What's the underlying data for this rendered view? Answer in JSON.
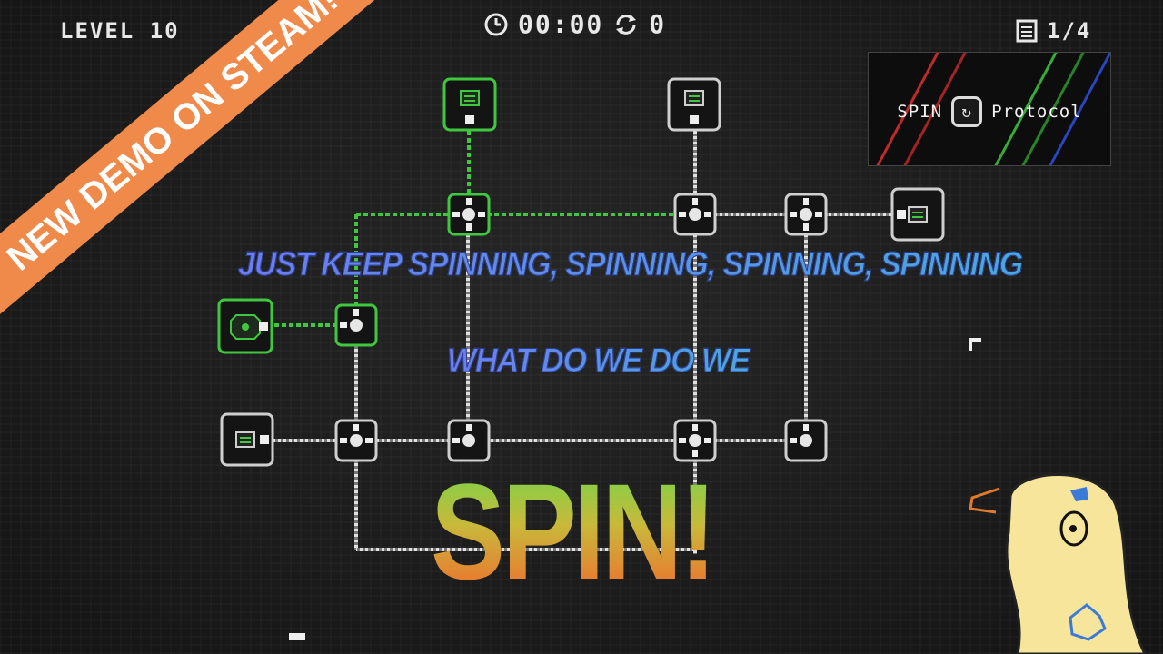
{
  "hud": {
    "level_label": "LEVEL 10",
    "timer": "00:00",
    "rotations": "0",
    "page": "1/4",
    "timer_icon": "clock-icon",
    "rotations_icon": "rotate-icon",
    "page_icon": "list-icon"
  },
  "banner": {
    "text": "NEW DEMO ON STEAM!",
    "color": "#f08a4b"
  },
  "logo": {
    "word1": "SPIN",
    "word2": "Protocol",
    "badge_icon": "rotate-icon"
  },
  "captions": {
    "line1": "JUST KEEP SPINNING, SPINNING, SPINNING, SPINNING",
    "line2": "WHAT DO WE DO WE",
    "big": "SPIN!"
  },
  "colors": {
    "active": "#3fc83f",
    "inactive": "#cfcfcf",
    "background": "#1c1c1c"
  }
}
